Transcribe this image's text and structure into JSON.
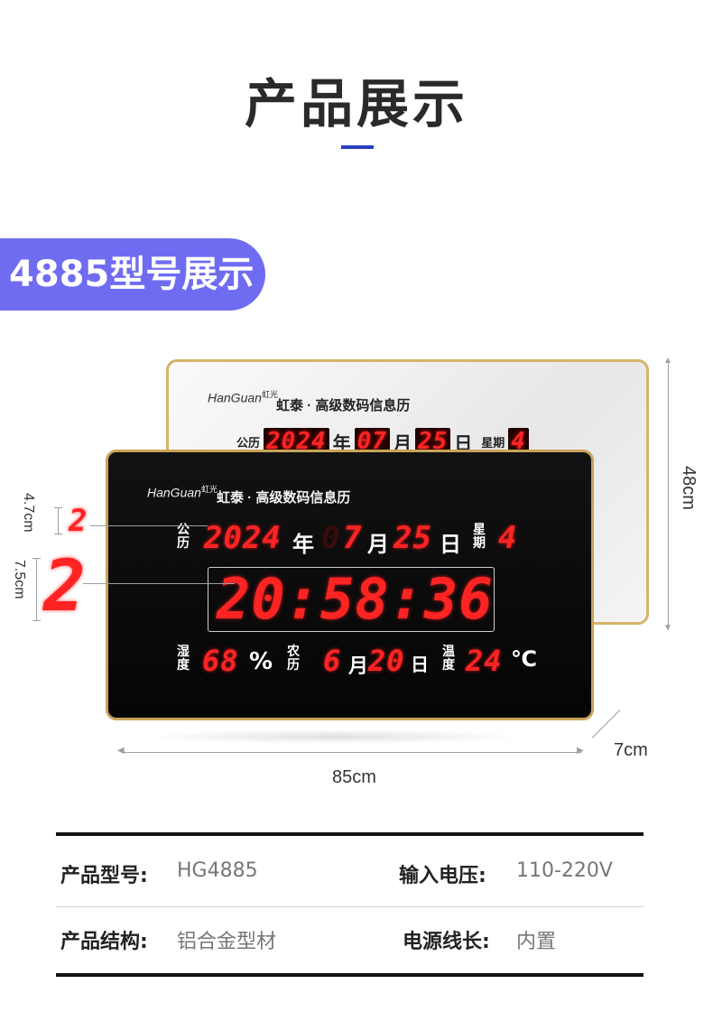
{
  "header": {
    "title": "产品展示"
  },
  "badge": {
    "label": "4885型号展示"
  },
  "back_clock": {
    "logo": "HanGuan",
    "logo_cn": "虹光",
    "brand": "虹泰 · 高级数码信息历",
    "gongli": "公历",
    "year": "2024",
    "year_unit": "年",
    "month": "07",
    "month_unit": "月",
    "day": "25",
    "day_unit": "日",
    "weekday_label": "星期",
    "weekday": "4"
  },
  "front_clock": {
    "logo": "HanGuan",
    "logo_cn": "虹光",
    "brand": "虹泰 · 高级数码信息历",
    "gongli_1": "公",
    "gongli_2": "历",
    "year": "2024",
    "year_unit": "年",
    "month_dim": "0",
    "month": "7",
    "month_unit": "月",
    "day": "25",
    "day_unit": "日",
    "weekday_1": "星",
    "weekday_2": "期",
    "weekday": "4",
    "time": "20:58:36",
    "humidity_1": "湿",
    "humidity_2": "度",
    "humidity": "68",
    "humidity_unit": "%",
    "lunar_1": "农",
    "lunar_2": "历",
    "lunar_month": "6",
    "lunar_month_unit": "月",
    "lunar_day": "20",
    "lunar_day_unit": "日",
    "temp_1": "温",
    "temp_2": "度",
    "temp": "24",
    "temp_unit": "℃"
  },
  "dimensions": {
    "small_digit_height": "4.7cm",
    "small_digit": "2",
    "large_digit_height": "7.5cm",
    "large_digit": "2",
    "height": "48cm",
    "width": "85cm",
    "depth": "7cm"
  },
  "specs": {
    "model_label": "产品型号:",
    "model_value": "HG4885",
    "voltage_label": "输入电压:",
    "voltage_value": "110-220V",
    "structure_label": "产品结构:",
    "structure_value": "铝合金型材",
    "cable_label": "电源线长:",
    "cable_value": "内置"
  }
}
